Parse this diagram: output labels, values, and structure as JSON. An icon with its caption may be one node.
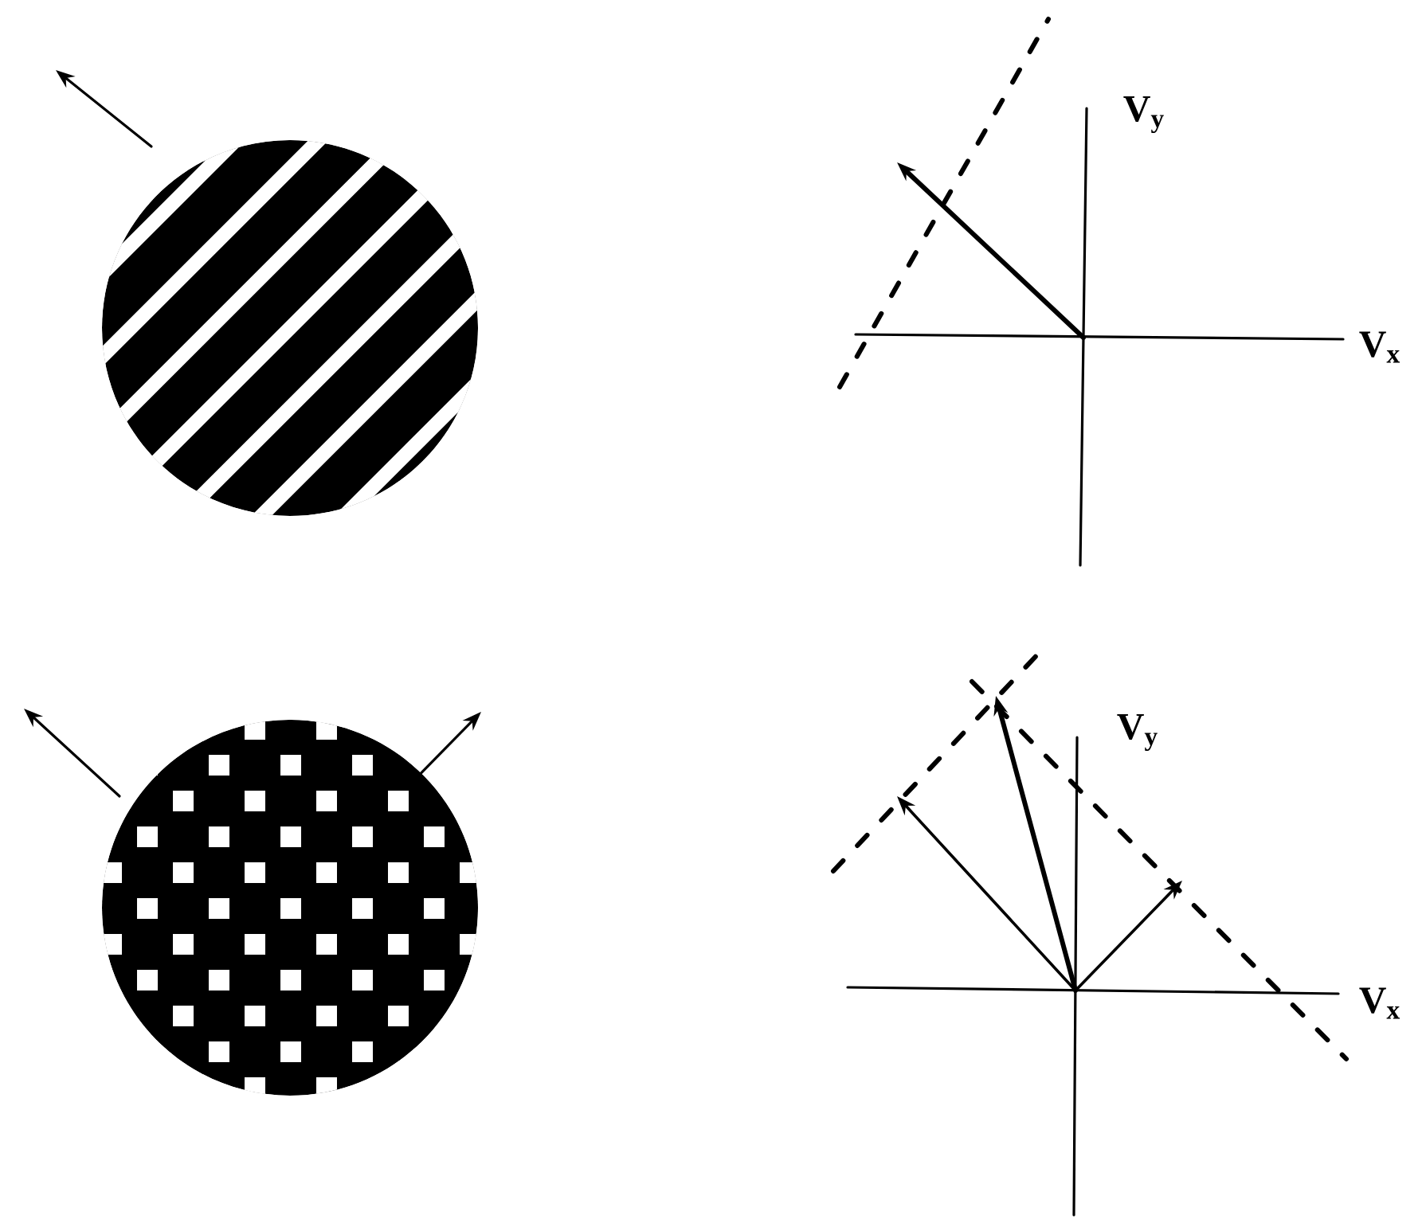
{
  "diagram": {
    "labels": [
      "V$_{y}$",
      "V$_{x}$",
      "V$_{y}$",
      "V$_{x}$"
    ]
  }
}
